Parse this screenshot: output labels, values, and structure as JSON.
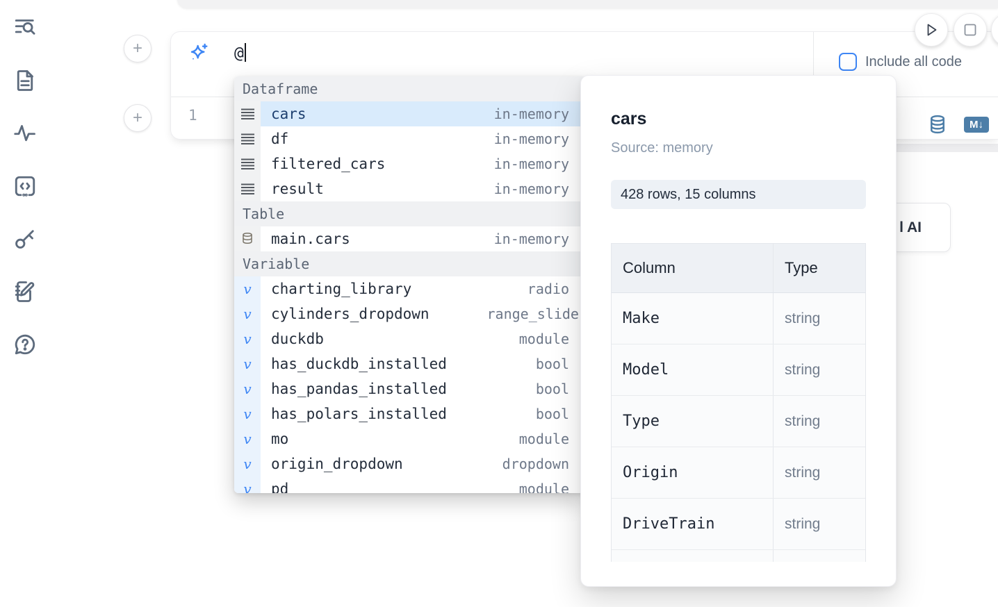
{
  "colors": {
    "accent_blue": "#3e86f5",
    "steel_blue": "#4d7ea8",
    "selected_row_bg": "#d9ebfc",
    "sidebar_icon": "#5d6b7d"
  },
  "sidebar": {
    "icons": [
      "search-list",
      "document",
      "activity",
      "code-snippet",
      "key",
      "scratchpad",
      "help"
    ]
  },
  "cell": {
    "add_button_label": "+",
    "line_number": "1",
    "ai_input": {
      "value": "@"
    },
    "include_all_code": {
      "label": "Include all code",
      "checked": false
    },
    "markdown_badge": "M↓"
  },
  "autocomplete": {
    "sections": [
      {
        "label": "Dataframe",
        "items": [
          {
            "name": "cars",
            "tag": "in-memory",
            "selected": true
          },
          {
            "name": "df",
            "tag": "in-memory"
          },
          {
            "name": "filtered_cars",
            "tag": "in-memory"
          },
          {
            "name": "result",
            "tag": "in-memory"
          }
        ]
      },
      {
        "label": "Table",
        "items": [
          {
            "name": "main.cars",
            "tag": "in-memory"
          }
        ]
      },
      {
        "label": "Variable",
        "items": [
          {
            "name": "charting_library",
            "tag": "radio"
          },
          {
            "name": "cylinders_dropdown",
            "tag": "range_slider"
          },
          {
            "name": "duckdb",
            "tag": "module"
          },
          {
            "name": "has_duckdb_installed",
            "tag": "bool"
          },
          {
            "name": "has_pandas_installed",
            "tag": "bool"
          },
          {
            "name": "has_polars_installed",
            "tag": "bool"
          },
          {
            "name": "mo",
            "tag": "module"
          },
          {
            "name": "origin_dropdown",
            "tag": "dropdown"
          },
          {
            "name": "pd",
            "tag": "module"
          }
        ]
      }
    ],
    "variable_icon_glyph": "v"
  },
  "preview": {
    "title": "cars",
    "source": "Source: memory",
    "shape": "428 rows, 15 columns",
    "table": {
      "headers": [
        "Column",
        "Type"
      ],
      "rows": [
        [
          "Make",
          "string"
        ],
        [
          "Model",
          "string"
        ],
        [
          "Type",
          "string"
        ],
        [
          "Origin",
          "string"
        ],
        [
          "DriveTrain",
          "string"
        ],
        [
          "",
          ""
        ]
      ]
    }
  },
  "fragments": {
    "ai_button_label": "l AI"
  }
}
